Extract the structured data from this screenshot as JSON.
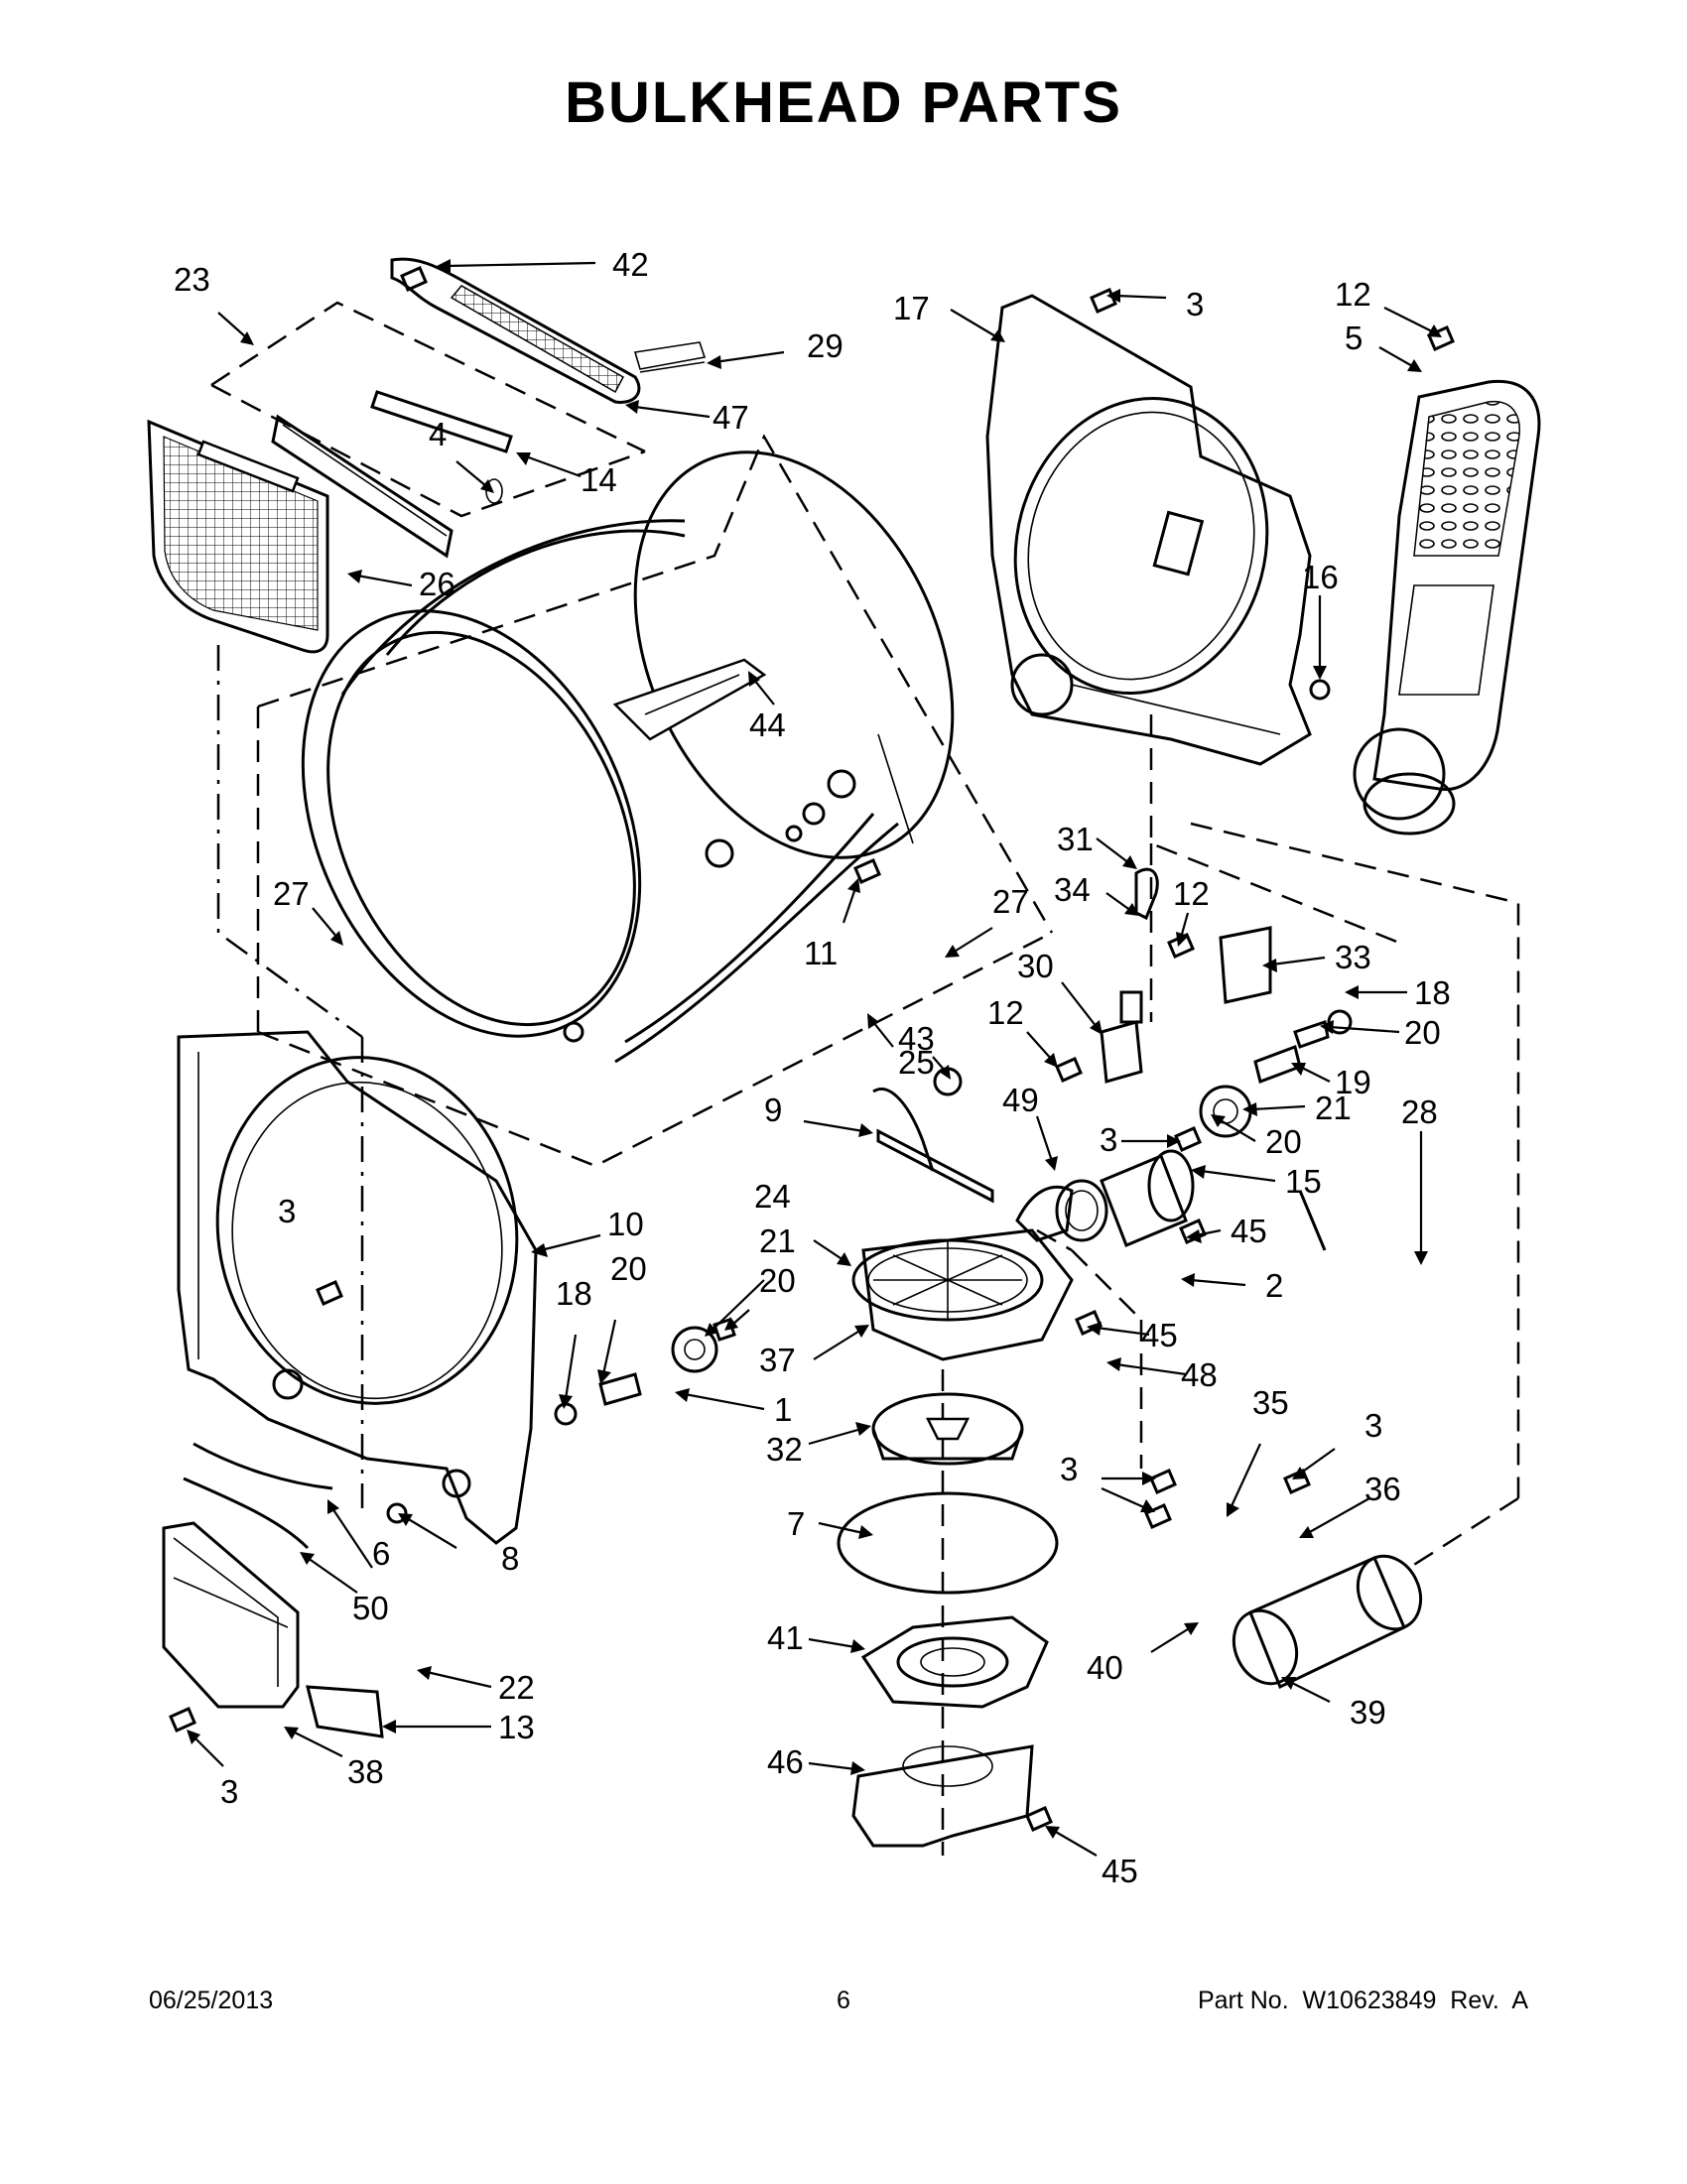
{
  "title": "BULKHEAD PARTS",
  "callouts": [
    {
      "label": "42"
    },
    {
      "label": "23"
    },
    {
      "label": "29"
    },
    {
      "label": "47"
    },
    {
      "label": "4"
    },
    {
      "label": "14"
    },
    {
      "label": "26"
    },
    {
      "label": "44"
    },
    {
      "label": "27"
    },
    {
      "label": "11"
    },
    {
      "label": "27"
    },
    {
      "label": "25"
    },
    {
      "label": "17"
    },
    {
      "label": "3"
    },
    {
      "label": "12"
    },
    {
      "label": "5"
    },
    {
      "label": "16"
    },
    {
      "label": "31"
    },
    {
      "label": "34"
    },
    {
      "label": "12"
    },
    {
      "label": "33"
    },
    {
      "label": "18"
    },
    {
      "label": "20"
    },
    {
      "label": "30"
    },
    {
      "label": "12"
    },
    {
      "label": "19"
    },
    {
      "label": "21"
    },
    {
      "label": "3"
    },
    {
      "label": "20"
    },
    {
      "label": "43"
    },
    {
      "label": "9"
    },
    {
      "label": "49"
    },
    {
      "label": "15"
    },
    {
      "label": "28"
    },
    {
      "label": "24"
    },
    {
      "label": "21"
    },
    {
      "label": "20"
    },
    {
      "label": "45"
    },
    {
      "label": "2"
    },
    {
      "label": "3"
    },
    {
      "label": "10"
    },
    {
      "label": "18"
    },
    {
      "label": "20"
    },
    {
      "label": "37"
    },
    {
      "label": "45"
    },
    {
      "label": "48"
    },
    {
      "label": "1"
    },
    {
      "label": "32"
    },
    {
      "label": "35"
    },
    {
      "label": "3"
    },
    {
      "label": "3"
    },
    {
      "label": "36"
    },
    {
      "label": "7"
    },
    {
      "label": "6"
    },
    {
      "label": "8"
    },
    {
      "label": "50"
    },
    {
      "label": "41"
    },
    {
      "label": "40"
    },
    {
      "label": "39"
    },
    {
      "label": "22"
    },
    {
      "label": "13"
    },
    {
      "label": "38"
    },
    {
      "label": "3"
    },
    {
      "label": "46"
    },
    {
      "label": "45"
    }
  ],
  "footer": {
    "date": "06/25/2013",
    "page": "6",
    "part_no": "Part No.  W10623849  Rev.  A"
  }
}
